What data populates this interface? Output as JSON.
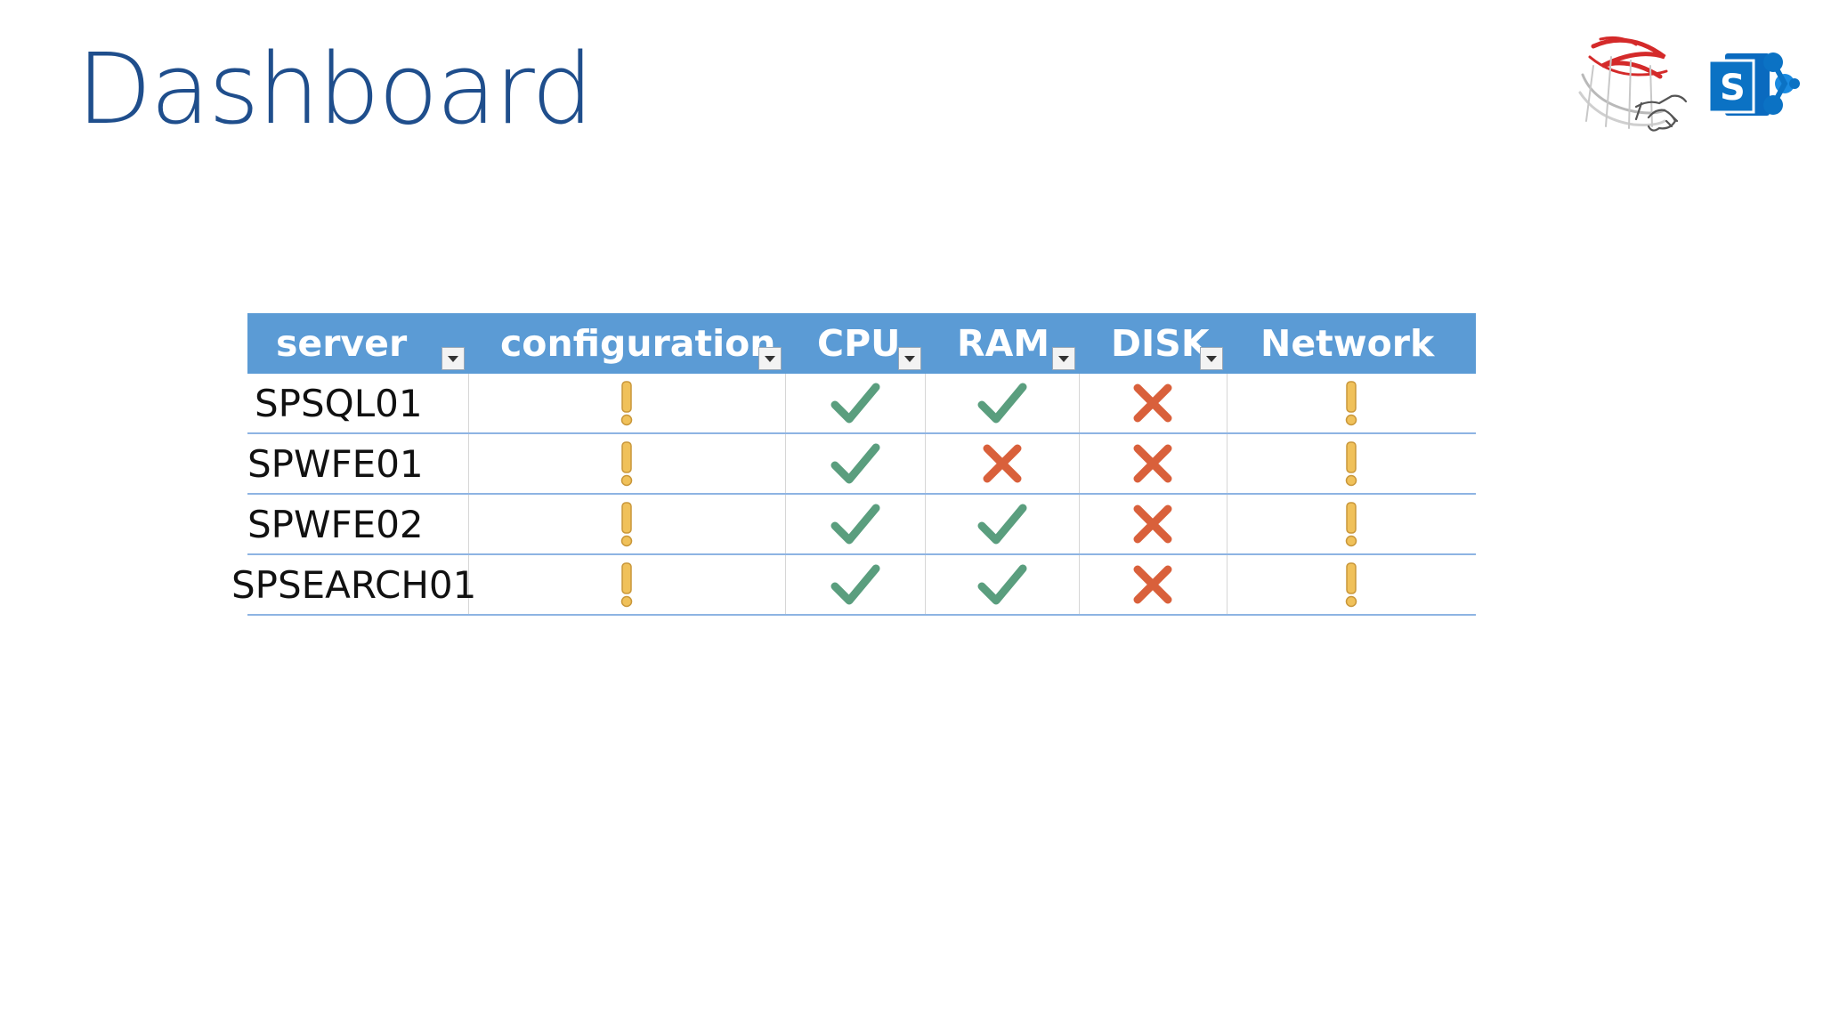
{
  "title": "Dashboard",
  "logo": {
    "icon": "sql-sharepoint-logo",
    "brand_letter": "S",
    "colors": {
      "sql_red": "#d42a2a",
      "sharepoint_blue": "#0b72c4"
    }
  },
  "table": {
    "columns": [
      {
        "key": "server",
        "label": "server"
      },
      {
        "key": "configuration",
        "label": "configuration"
      },
      {
        "key": "cpu",
        "label": "CPU"
      },
      {
        "key": "ram",
        "label": "RAM"
      },
      {
        "key": "disk",
        "label": "DISK"
      },
      {
        "key": "network",
        "label": "Network"
      }
    ],
    "rows": [
      {
        "server": "SPSQL01",
        "configuration": "warning",
        "cpu": "ok",
        "ram": "ok",
        "disk": "error",
        "network": "warning"
      },
      {
        "server": "SPWFE01",
        "configuration": "warning",
        "cpu": "ok",
        "ram": "error",
        "disk": "error",
        "network": "warning"
      },
      {
        "server": "SPWFE02",
        "configuration": "warning",
        "cpu": "ok",
        "ram": "ok",
        "disk": "error",
        "network": "warning"
      },
      {
        "server": "SPSEARCH01",
        "configuration": "warning",
        "cpu": "ok",
        "ram": "ok",
        "disk": "error",
        "network": "warning"
      }
    ],
    "status_icons": {
      "ok": "check-icon",
      "error": "x-icon",
      "warning": "exclamation-icon"
    },
    "status_colors": {
      "ok": "#5a9e7e",
      "error": "#d9603b",
      "warning": "#f0c15a"
    },
    "header_color": "#5b9bd5",
    "row_border_color": "#8eb4e3"
  }
}
